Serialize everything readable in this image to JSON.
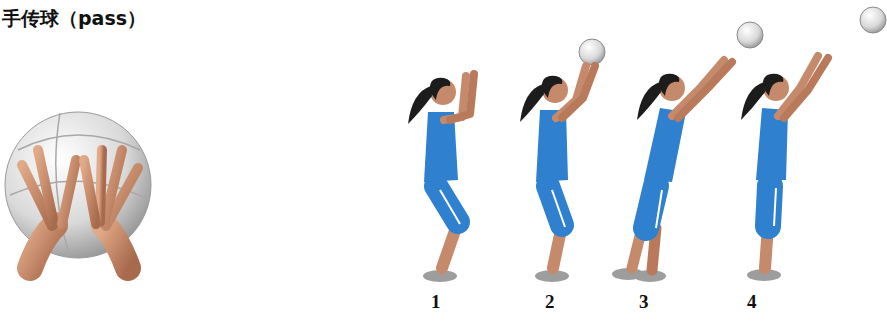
{
  "diagram": {
    "title": "手传球（pass）",
    "labels": [
      "1",
      "2",
      "3",
      "4"
    ]
  }
}
